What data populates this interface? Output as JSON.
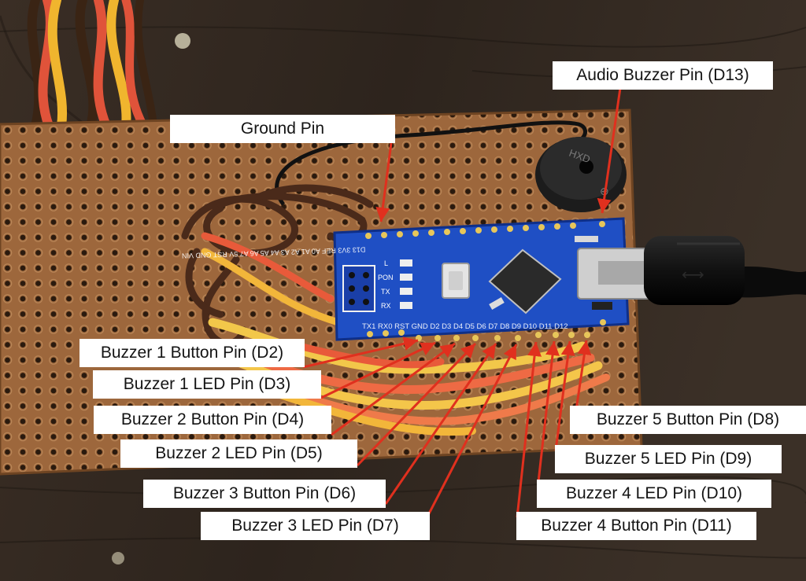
{
  "labels": {
    "audio_buzzer": "Audio Buzzer Pin (D13)",
    "ground": "Ground Pin",
    "b1_button": "Buzzer 1 Button Pin (D2)",
    "b1_led": "Buzzer 1 LED Pin (D3)",
    "b2_button": "Buzzer 2 Button Pin (D4)",
    "b2_led": "Buzzer 2 LED Pin (D5)",
    "b3_button": "Buzzer 3 Button Pin (D6)",
    "b3_led": "Buzzer 3 LED Pin (D7)",
    "b5_button": "Buzzer 5 Button Pin (D8)",
    "b5_led": "Buzzer 5 LED Pin (D9)",
    "b4_led": "Buzzer 4 LED Pin (D10)",
    "b4_button": "Buzzer 4 Button Pin (D11)"
  },
  "board": {
    "top_silkscreen": "D13 3V3 REF A0 A1 A2 A3 A4 A5 A6 A7 5V RST GND VIN",
    "bottom_silkscreen": "TX1 RX0 RST GND D2 D3 D4 D5 D6 D7 D8 D9 D10 D11 D12",
    "led_labels": [
      "L",
      "PON",
      "TX",
      "RX"
    ]
  },
  "colors": {
    "arrow": "#e0301e",
    "pcb_blue": "#1f4fc4",
    "perfboard": "#a0693e",
    "label_bg": "#ffffff"
  }
}
